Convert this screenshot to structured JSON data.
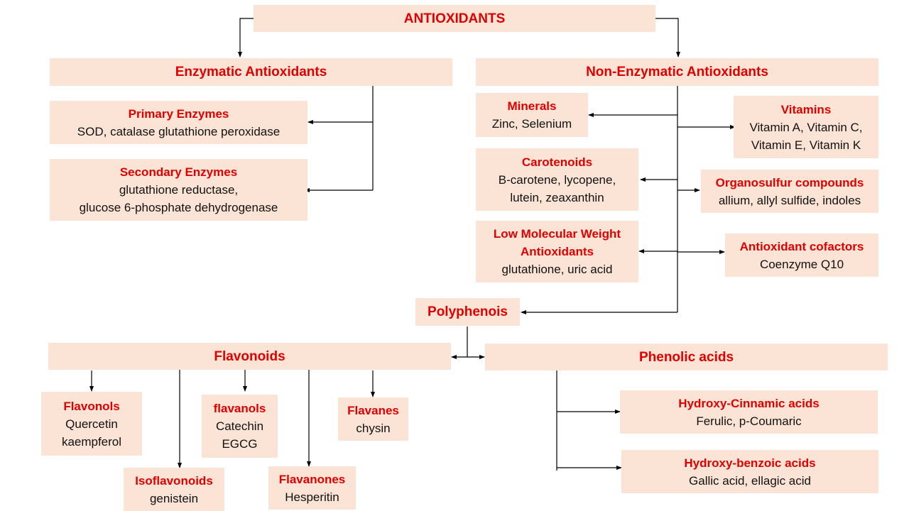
{
  "root": {
    "title": "ANTIOXIDANTS"
  },
  "enzymatic": {
    "title": "Enzymatic Antioxidants",
    "primary": {
      "title": "Primary Enzymes",
      "lines": [
        "SOD, catalase glutathione peroxidase"
      ]
    },
    "secondary": {
      "title": "Secondary Enzymes",
      "lines": [
        "glutathione reductase,",
        "glucose 6-phosphate dehydrogenase"
      ]
    }
  },
  "non_enzymatic": {
    "title": "Non-Enzymatic Antioxidants",
    "minerals": {
      "title": "Minerals",
      "lines": [
        "Zinc, Selenium"
      ]
    },
    "vitamins": {
      "title": "Vitamins",
      "lines": [
        "Vitamin A, Vitamin C,",
        "Vitamin E, Vitamin K"
      ]
    },
    "carotenoids": {
      "title": "Carotenoids",
      "lines": [
        "B-carotene, lycopene,",
        "lutein, zeaxanthin"
      ]
    },
    "organosulfur": {
      "title": "Organosulfur compounds",
      "lines": [
        "allium, allyl sulfide, indoles"
      ]
    },
    "lmw": {
      "title_lines": [
        "Low Molecular Weight",
        "Antioxidants"
      ],
      "lines": [
        "glutathione, uric acid"
      ]
    },
    "cofactors": {
      "title": "Antioxidant cofactors",
      "lines": [
        "Coenzyme Q10"
      ]
    }
  },
  "polyphenols": {
    "title": "Polyphenois"
  },
  "flavonoids": {
    "title": "Flavonoids",
    "flavonols": {
      "title": "Flavonols",
      "lines": [
        "Quercetin",
        "kaempferol"
      ]
    },
    "isoflavonoids": {
      "title": "Isoflavonoids",
      "lines": [
        "genistein"
      ]
    },
    "flavanols": {
      "title": "flavanols",
      "lines": [
        "Catechin",
        "EGCG"
      ]
    },
    "flavanones": {
      "title": "Flavanones",
      "lines": [
        "Hesperitin"
      ]
    },
    "flavanes": {
      "title": "Flavanes",
      "lines": [
        "chysin"
      ]
    }
  },
  "phenolic_acids": {
    "title": "Phenolic acids",
    "hydroxy_cinnamic": {
      "title": "Hydroxy-Cinnamic acids",
      "lines": [
        "Ferulic, p-Coumaric"
      ]
    },
    "hydroxy_benzoic": {
      "title": "Hydroxy-benzoic acids",
      "lines": [
        "Gallic acid, ellagic acid"
      ]
    }
  },
  "colors": {
    "box_fill": "#fbe4d5",
    "title_text": "#e00000",
    "body_text": "#111111",
    "connector": "#000000"
  }
}
